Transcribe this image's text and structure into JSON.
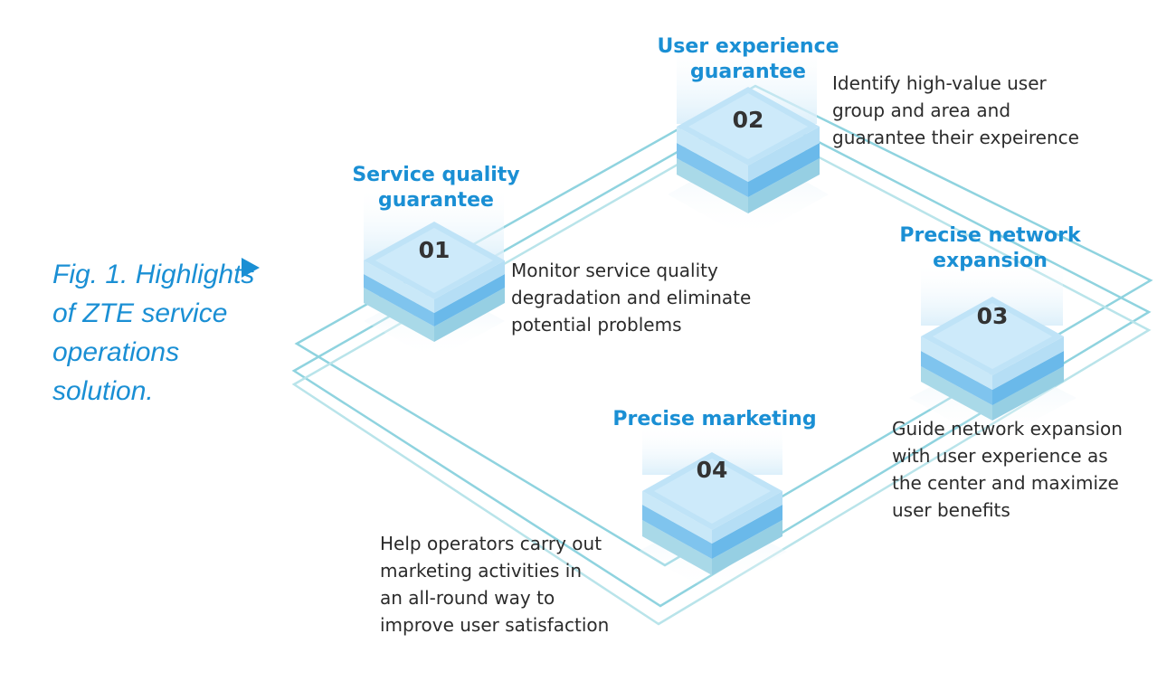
{
  "caption": {
    "lines": [
      "Fig. 1. Highlights",
      "of ZTE service",
      "operations",
      "solution."
    ]
  },
  "nodes": [
    {
      "number": "01",
      "title_lines": [
        "Service quality",
        "guarantee"
      ],
      "description_lines": [
        "Monitor service quality",
        "degradation and eliminate",
        "potential problems"
      ]
    },
    {
      "number": "02",
      "title_lines": [
        "User experience",
        "guarantee"
      ],
      "description_lines": [
        "Identify high-value user",
        "group and area and",
        "guarantee their expeirence"
      ]
    },
    {
      "number": "03",
      "title_lines": [
        "Precise network",
        "expansion"
      ],
      "description_lines": [
        "Guide network expansion",
        "with user experience as",
        "the center and maximize",
        "user benefits"
      ]
    },
    {
      "number": "04",
      "title_lines": [
        "Precise marketing"
      ],
      "description_lines": [
        "Help operators carry out",
        "marketing activities in",
        "an all-round way to",
        "improve user satisfaction"
      ]
    }
  ],
  "colors": {
    "accent": "#1a8fd4",
    "frame": "#8fd3df",
    "cube_top": "#bfe3f7",
    "cube_band": "#7fc4ee",
    "cube_bottom": "#a9d9e8"
  }
}
